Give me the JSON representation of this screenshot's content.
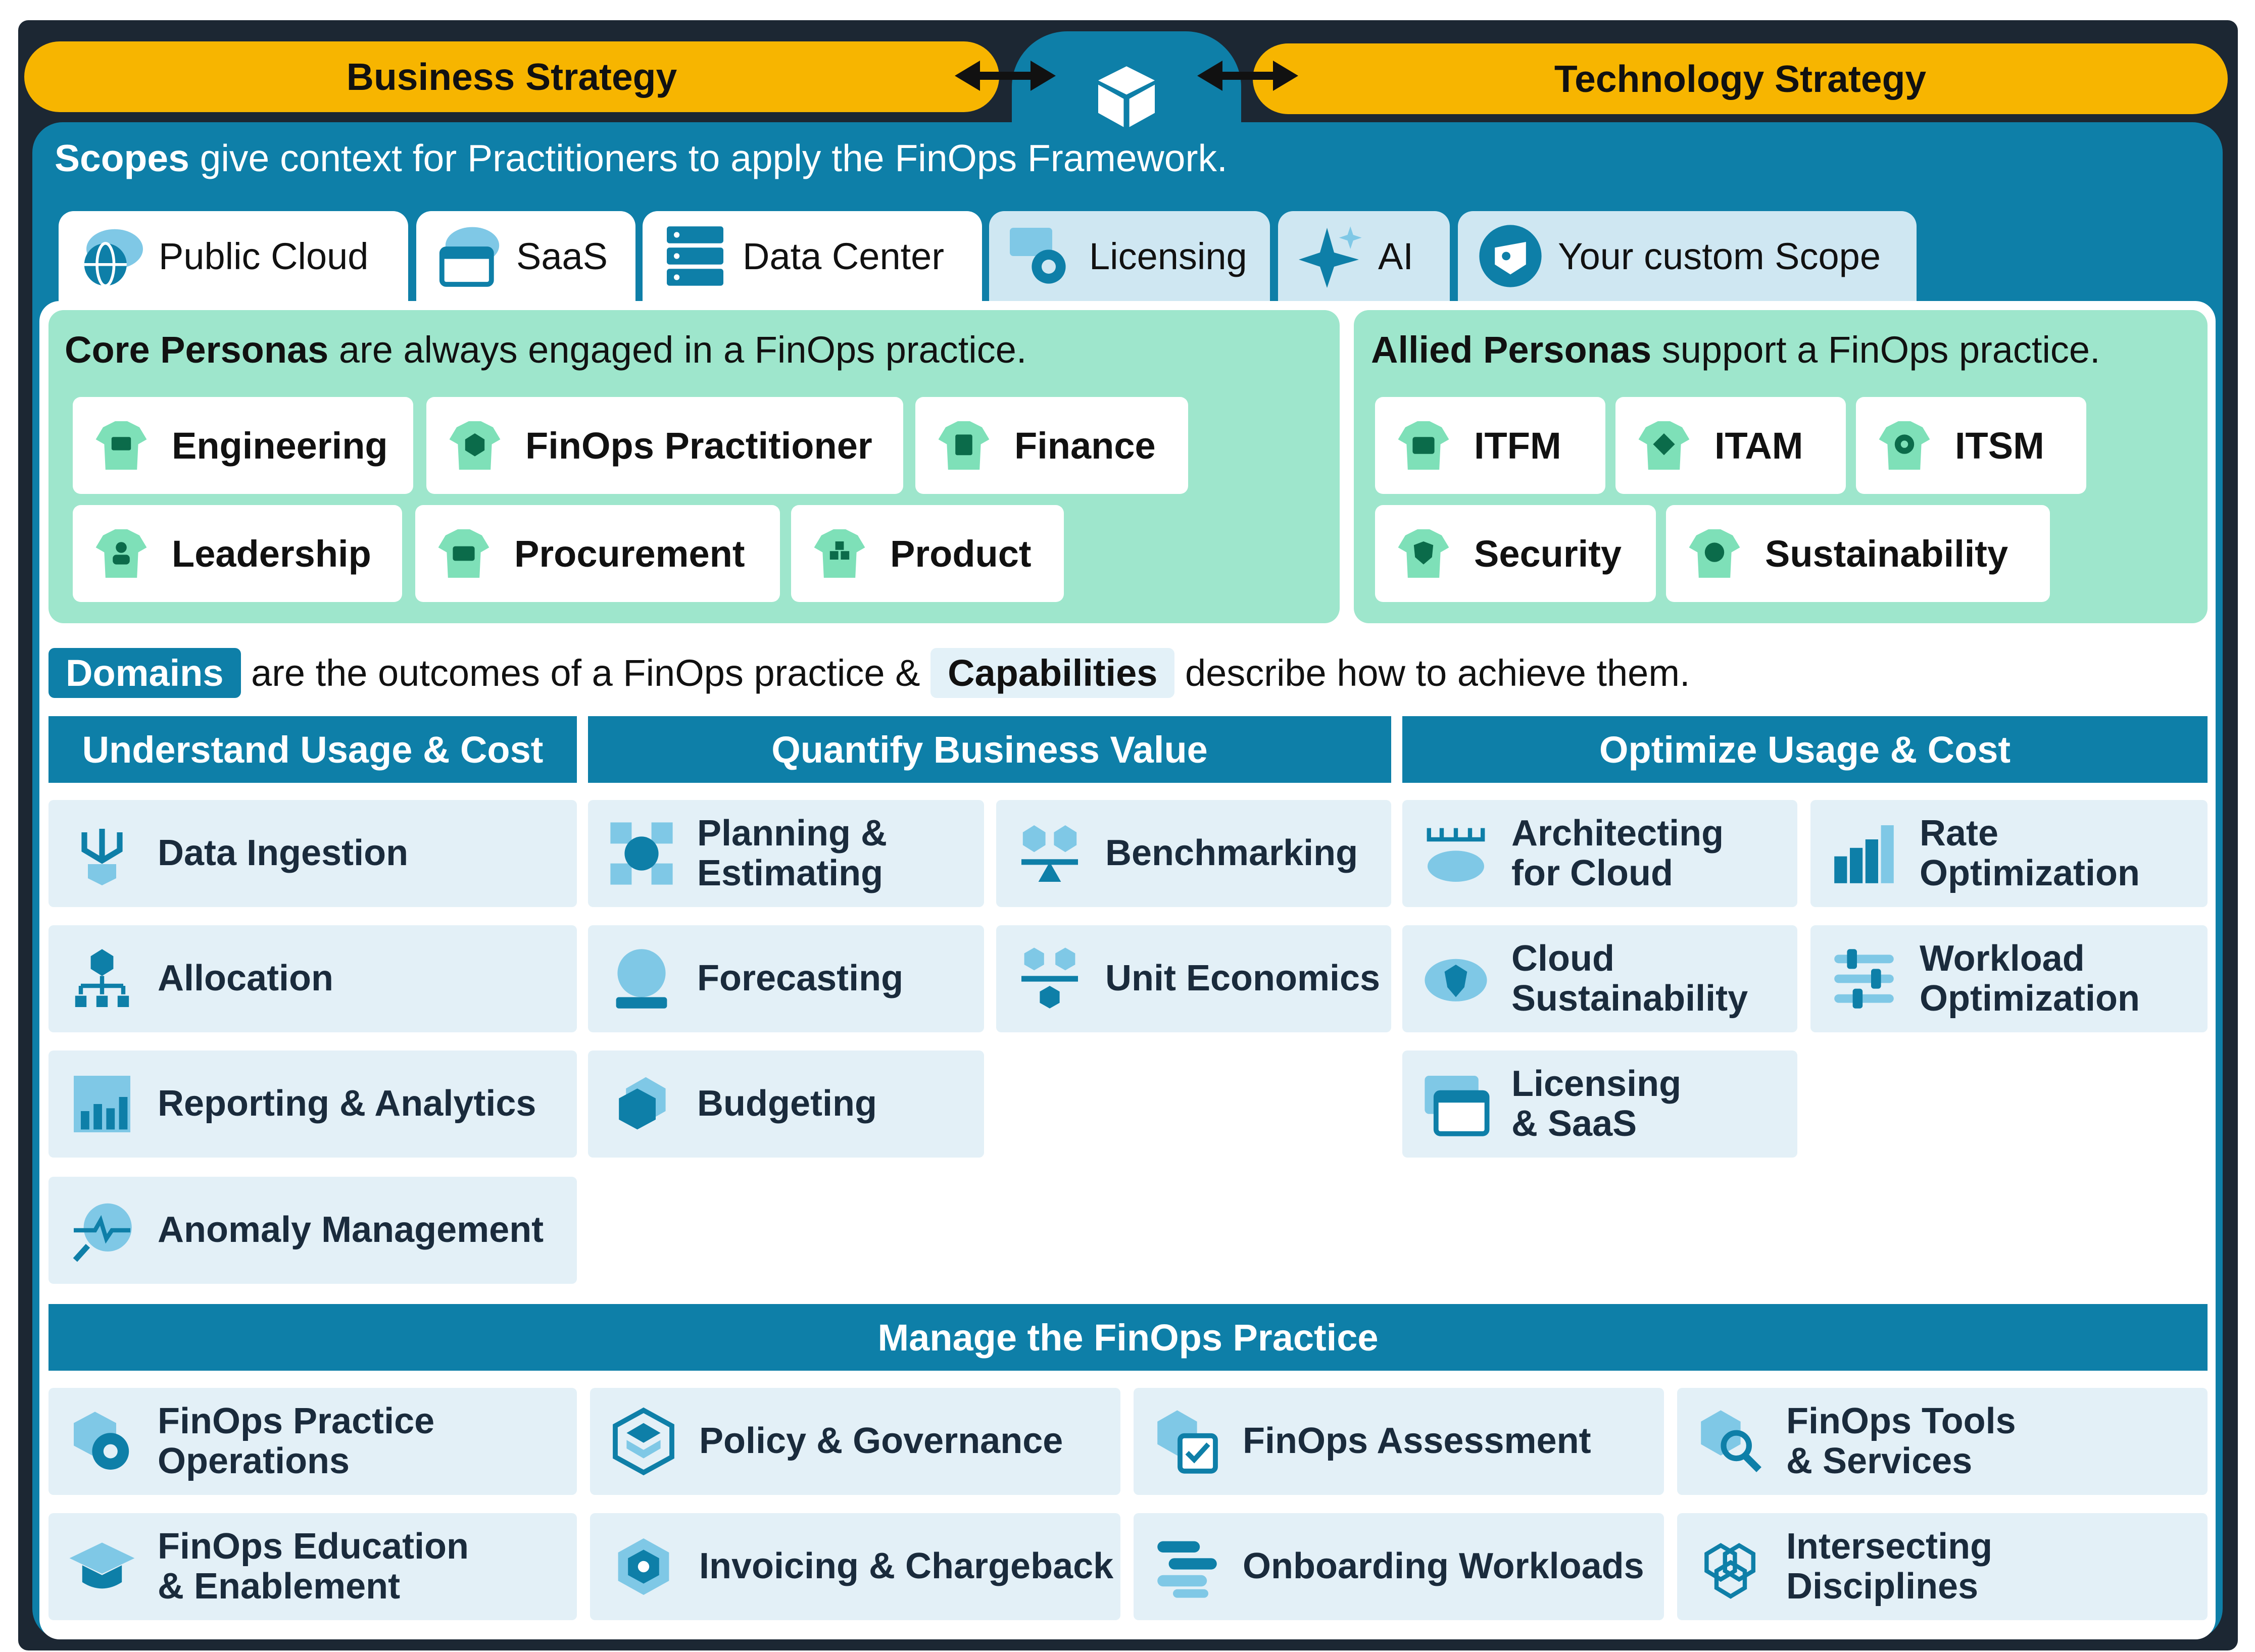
{
  "strategy": {
    "business": "Business Strategy",
    "technology": "Technology Strategy"
  },
  "scopes": {
    "intro_bold": "Scopes",
    "intro_rest": "give context for Practitioners to apply the FinOps Framework.",
    "tabs": [
      {
        "label": "Public Cloud",
        "icon": "globe-cloud-icon",
        "active": true
      },
      {
        "label": "SaaS",
        "icon": "saas-window-icon",
        "active": true
      },
      {
        "label": "Data Center",
        "icon": "server-rack-icon",
        "active": true
      },
      {
        "label": "Licensing",
        "icon": "license-gear-icon",
        "active": false
      },
      {
        "label": "AI",
        "icon": "sparkle-icon",
        "active": false
      },
      {
        "label": "Your custom Scope",
        "icon": "custom-scope-icon",
        "active": false
      }
    ]
  },
  "core_personas": {
    "title_bold": "Core Personas",
    "title_rest": "are always engaged in a FinOps practice.",
    "items": [
      "Engineering",
      "FinOps Practitioner",
      "Finance",
      "Leadership",
      "Procurement",
      "Product"
    ]
  },
  "allied_personas": {
    "title_bold": "Allied Personas",
    "title_rest": "support a FinOps practice.",
    "items": [
      "ITFM",
      "ITAM",
      "ITSM",
      "Security",
      "Sustainability"
    ]
  },
  "domains_line": {
    "domains": "Domains",
    "middle": "are the outcomes of a FinOps practice &",
    "capabilities": "Capabilities",
    "end": "describe how to achieve them."
  },
  "domains": {
    "understand": {
      "title": "Understand Usage & Cost",
      "capabilities": [
        "Data Ingestion",
        "Allocation",
        "Reporting & Analytics",
        "Anomaly Management"
      ]
    },
    "quantify": {
      "title": "Quantify Business Value",
      "capabilities": [
        "Planning &\nEstimating",
        "Benchmarking",
        "Forecasting",
        "Unit Economics",
        "Budgeting"
      ]
    },
    "optimize": {
      "title": "Optimize Usage & Cost",
      "capabilities": [
        "Architecting\nfor Cloud",
        "Rate\nOptimization",
        "Cloud\nSustainability",
        "Workload\nOptimization",
        "Licensing\n& SaaS"
      ]
    },
    "manage": {
      "title": "Manage the FinOps Practice",
      "capabilities": [
        "FinOps Practice\nOperations",
        "Policy & Governance",
        "FinOps Assessment",
        "FinOps Tools\n& Services",
        "FinOps Education\n& Enablement",
        "Invoicing & Chargeback",
        "Onboarding Workloads",
        "Intersecting\nDisciplines"
      ]
    }
  },
  "colors": {
    "primary": "#0e7fa8",
    "accent": "#f7b500",
    "persona_bg": "#9ee6cc",
    "capability_bg": "#e3f0f7"
  }
}
